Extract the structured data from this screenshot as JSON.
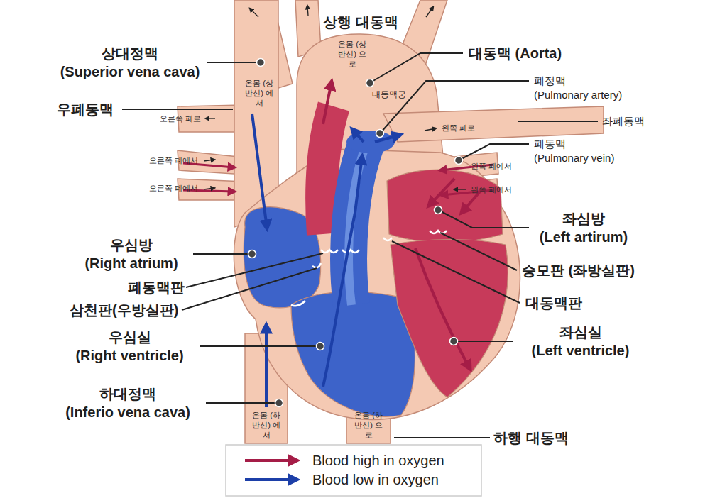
{
  "diagram": {
    "labels": [
      "상행 대동맥",
      "상대정맥 (Superior vena cava)",
      "우폐동맥",
      "온몸 (상반신) 에서",
      "오른쪽 폐로",
      "오른쪽 폐에서",
      "오른쪽 폐에서",
      "온몸 (상반신) 으로",
      "대동맥 (Aorta)",
      "대동맥궁",
      "폐정맥 (Pulmonary artery)",
      "좌폐동맥",
      "왼쪽 폐로",
      "폐동맥 (Pulmonary vein)",
      "왼쪽 폐에서",
      "왼쪽 폐에서",
      "좌심방 (Left artirum)",
      "승모판 (좌방실판)",
      "대동맥판",
      "우심방 (Right atrium)",
      "폐동맥판",
      "삼천판(우방실판)",
      "우심실 (Right ventricle)",
      "좌심실 (Left ventricle)",
      "하대정맥 (Inferio vena cava)",
      "온몸 (하반신) 에서",
      "온몸 (하반신) 으로",
      "하행 대동맥"
    ],
    "legend": [
      {
        "text": "Blood high in oxygen"
      },
      {
        "text": "Blood low in oxygen"
      }
    ]
  }
}
